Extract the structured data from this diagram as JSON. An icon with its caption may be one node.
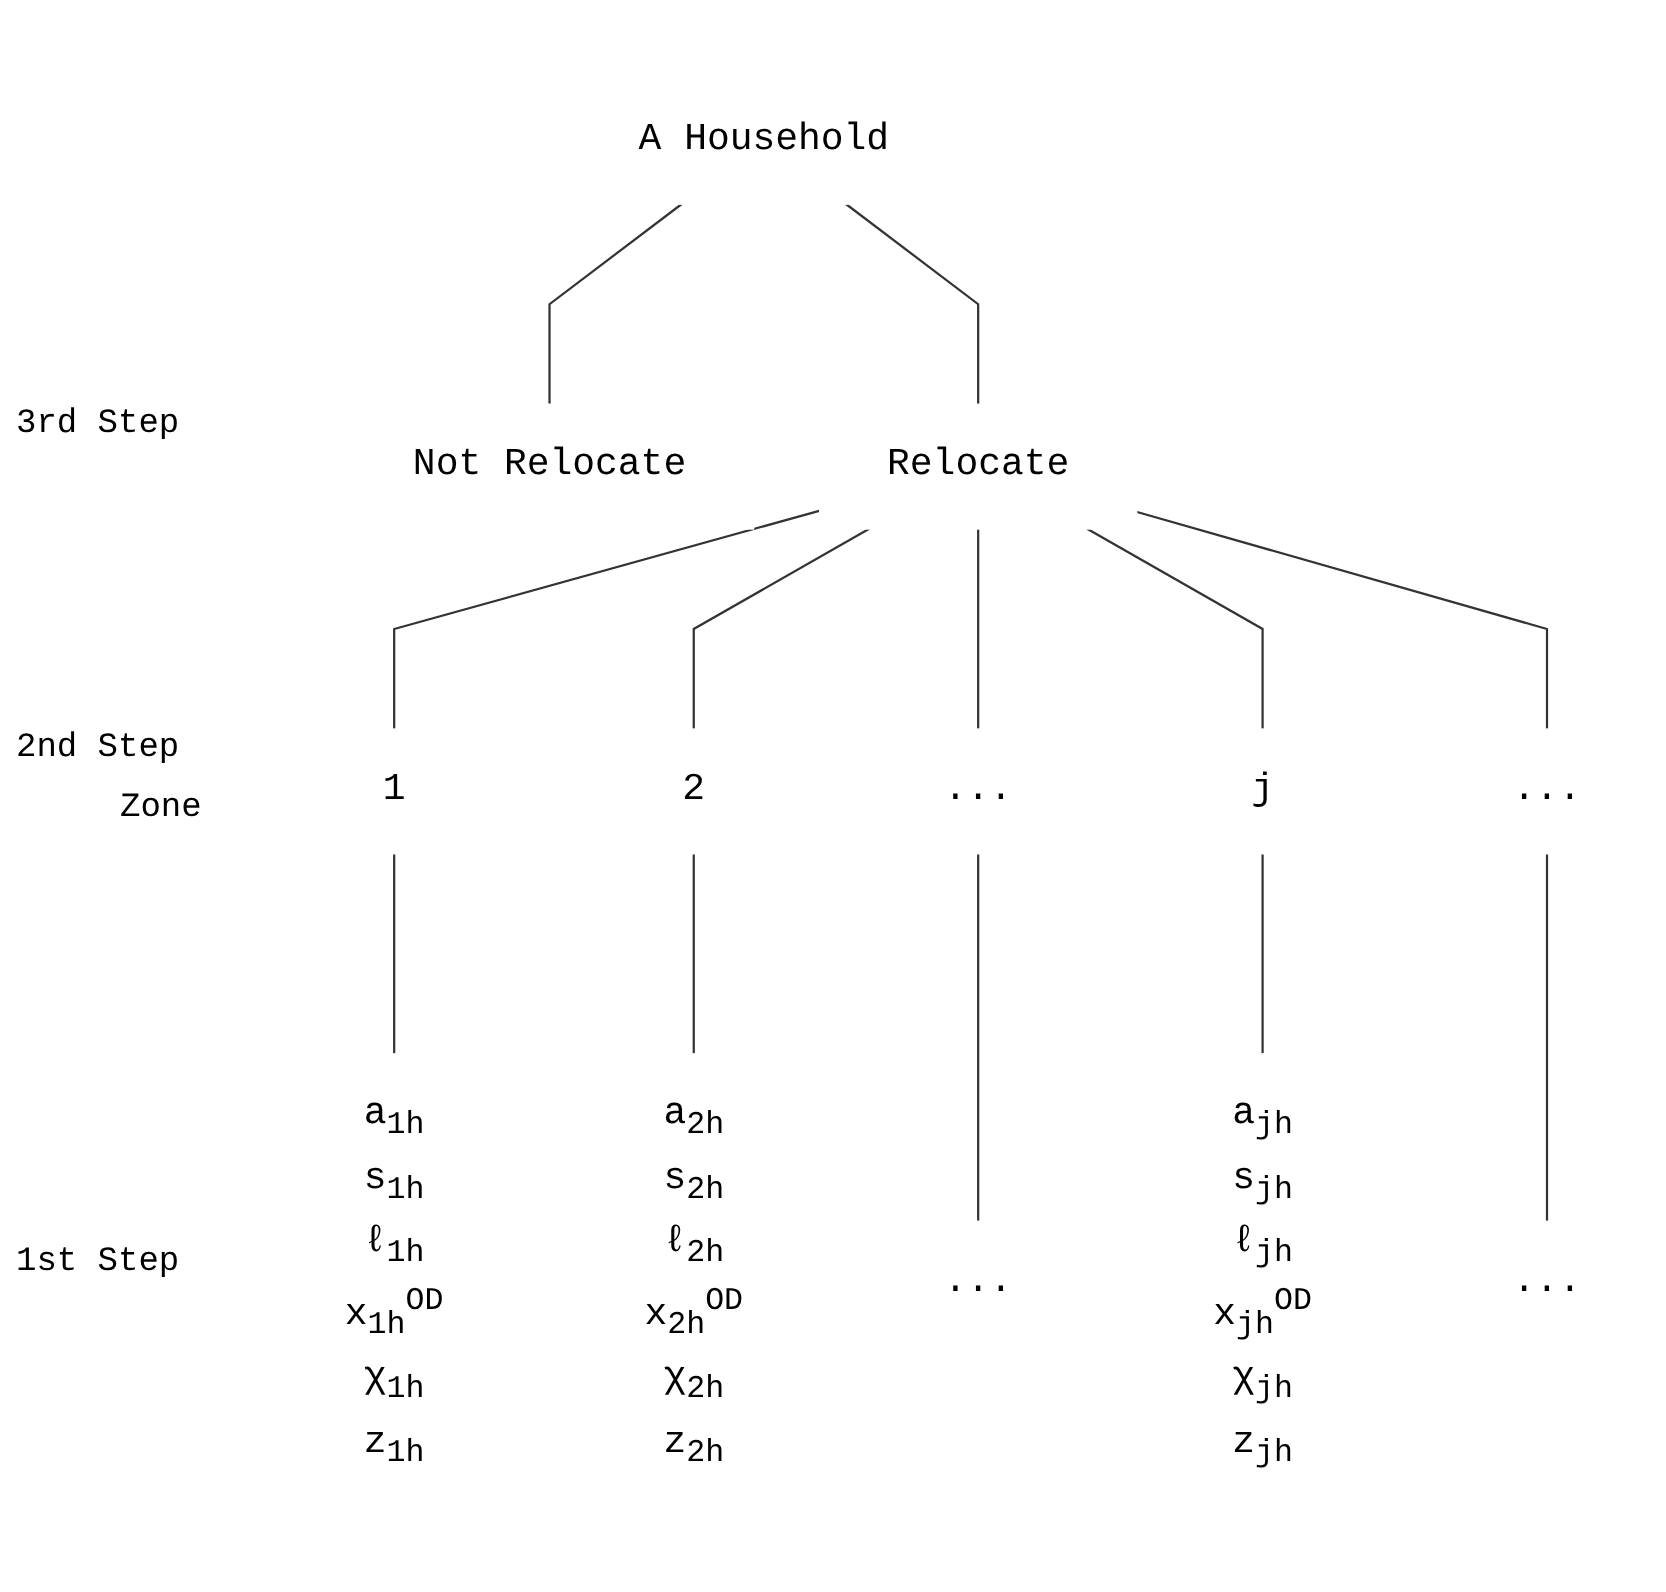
{
  "diagram": {
    "nodes": [
      {
        "text": [
          "A Household"
        ]
      },
      {
        "text": [
          "Not Relocate"
        ]
      },
      {
        "text": [
          "Relocate"
        ]
      },
      {
        "text": [
          "1"
        ]
      },
      {
        "text": [
          "2"
        ]
      },
      {
        "text": [
          "..."
        ]
      },
      {
        "text": [
          "j"
        ]
      },
      {
        "text": [
          "..."
        ]
      },
      {
        "text": [
          "a$_{1h}$",
          "s$_{1h}$",
          "ℓ$_{1h}$",
          "x$_{1h}$$^{OD}$",
          "χ$_{1h}$",
          "z$_{1h}$"
        ]
      },
      {
        "text": [
          "a$_{2h}$",
          "s$_{2h}$",
          "ℓ$_{2h}$",
          "x$_{2h}$$^{OD}$",
          "χ$_{2h}$",
          "z$_{2h}$"
        ]
      },
      {
        "text": [
          "..."
        ]
      },
      {
        "text": [
          "a$_{jh}$",
          "s$_{jh}$",
          "ℓ$_{jh}$",
          "x$_{jh}$$^{OD}$",
          "χ$_{jh}$",
          "z$_{jh}$"
        ]
      },
      {
        "text": [
          "..."
        ]
      }
    ],
    "edges": [
      {
        "from": 0,
        "to": 1,
        "arrow": "none"
      },
      {
        "from": 0,
        "to": 2,
        "arrow": "none"
      },
      {
        "from": 2,
        "to": 3,
        "arrow": "none"
      },
      {
        "from": 2,
        "to": 4,
        "arrow": "none"
      },
      {
        "from": 2,
        "to": 5,
        "arrow": "none"
      },
      {
        "from": 2,
        "to": 6,
        "arrow": "none"
      },
      {
        "from": 2,
        "to": 7,
        "arrow": "none"
      },
      {
        "from": 3,
        "to": 8,
        "arrow": "none"
      },
      {
        "from": 4,
        "to": 9,
        "arrow": "none"
      },
      {
        "from": 5,
        "to": 10,
        "arrow": "none"
      },
      {
        "from": 6,
        "to": 11,
        "arrow": "none"
      },
      {
        "from": 7,
        "to": 12,
        "arrow": "none"
      }
    ],
    "labels": [
      "3rd Step",
      "2nd Step",
      "Zone",
      "1st Step"
    ]
  }
}
